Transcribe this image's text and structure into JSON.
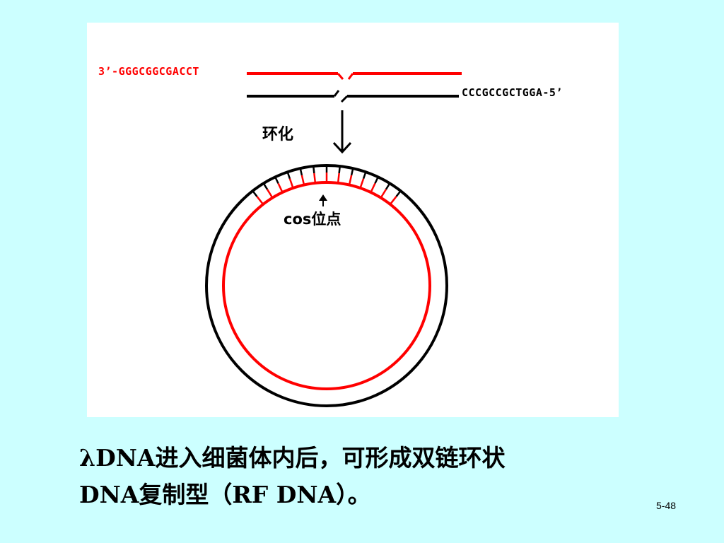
{
  "figure": {
    "red_strand_sequence": "3’-GGGCGGCGACCT",
    "black_strand_sequence": "CCCGCCGCTGGA-5’",
    "cyclize_label": "环化",
    "cos_site_label": "cos位点",
    "colors": {
      "red_strand": "#ff0000",
      "black_strand": "#000000",
      "background": "#ccffff",
      "panel": "#ffffff"
    },
    "icons": [
      "down-arrow-icon",
      "up-arrow-icon"
    ]
  },
  "caption": {
    "line1_lambda": "λ",
    "line1_text": "DNA进入细菌体内后，可形成双链环状",
    "line2_text": "DNA复制型（RF DNA）。"
  },
  "page_number": "5-48"
}
